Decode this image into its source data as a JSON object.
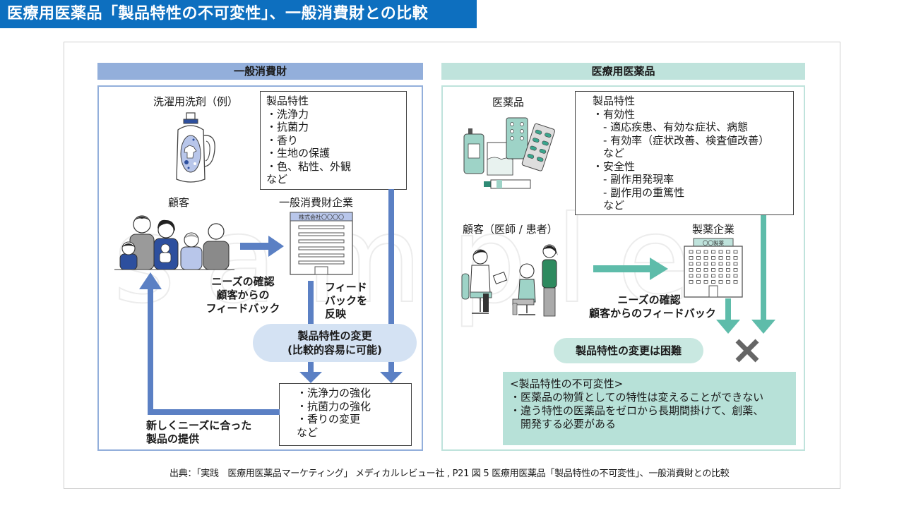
{
  "header": {
    "title": "医療用医薬品「製品特性の不可変性」、一般消費財との比較"
  },
  "colors": {
    "title_bg": "#0d6fbf",
    "consumer_accent": "#93afdb",
    "consumer_arrow": "#5b80c4",
    "pharma_accent": "#bfe3dc",
    "pharma_arrow": "#5ebcaa",
    "pharma_note_bg": "#b7e1d8",
    "cross_mark": "#666666"
  },
  "consumer": {
    "heading": "一般消費財",
    "product_label": "洗濯用洗剤（例）",
    "characteristics": {
      "title": "製品特性",
      "items": [
        "・洗浄力",
        "・抗菌力",
        "・香り",
        "・生地の保護",
        "・色、粘性、外観"
      ],
      "footer": "など"
    },
    "customer_label": "顧客",
    "company_label": "一般消費財企業",
    "company_sign": "株式会社〇〇〇〇",
    "needs_text": [
      "ニーズの確認",
      "顧客からの",
      "フィードバック"
    ],
    "feedback_text": [
      "フィード",
      "バックを",
      "反映"
    ],
    "change_pill": [
      "製品特性の変更",
      "(比較的容易に可能)"
    ],
    "improvements": {
      "items": [
        "・洗浄力の強化",
        "・抗菌力の強化",
        "・香りの変更"
      ],
      "footer": "など"
    },
    "new_product_text": [
      "新しくニーズに合った",
      "製品の提供"
    ]
  },
  "pharma": {
    "heading": "医療用医薬品",
    "product_label": "医薬品",
    "characteristics": {
      "title": "製品特性",
      "lines": [
        "・有効性",
        "　- 適応疾患、有効な症状、病態",
        "　- 有効率（症状改善、検査値改善）",
        "　など",
        "・安全性",
        "　- 副作用発現率",
        "　- 副作用の重篤性",
        "　など"
      ]
    },
    "customer_label": "顧客（医師 / 患者）",
    "company_label": "製薬企業",
    "company_sign": "〇〇製薬",
    "needs_text": [
      "ニーズの確認",
      "顧客からのフィードバック"
    ],
    "difficult_pill": "製品特性の変更は困難",
    "immutability_note": {
      "title": "<製品特性の不可変性>",
      "lines": [
        "・医薬品の物質としての特性は変えることができない",
        "・違う特性の医薬品をゼロから長期間掛けて、創薬、",
        "　開発する必要がある"
      ]
    }
  },
  "source": "出典：「実践　医療用医薬品マーケティング」 メディカルレビュー社 , P21 図 5 医療用医薬品「製品特性の不可変性」、一般消費財との比較",
  "watermark": "sample"
}
